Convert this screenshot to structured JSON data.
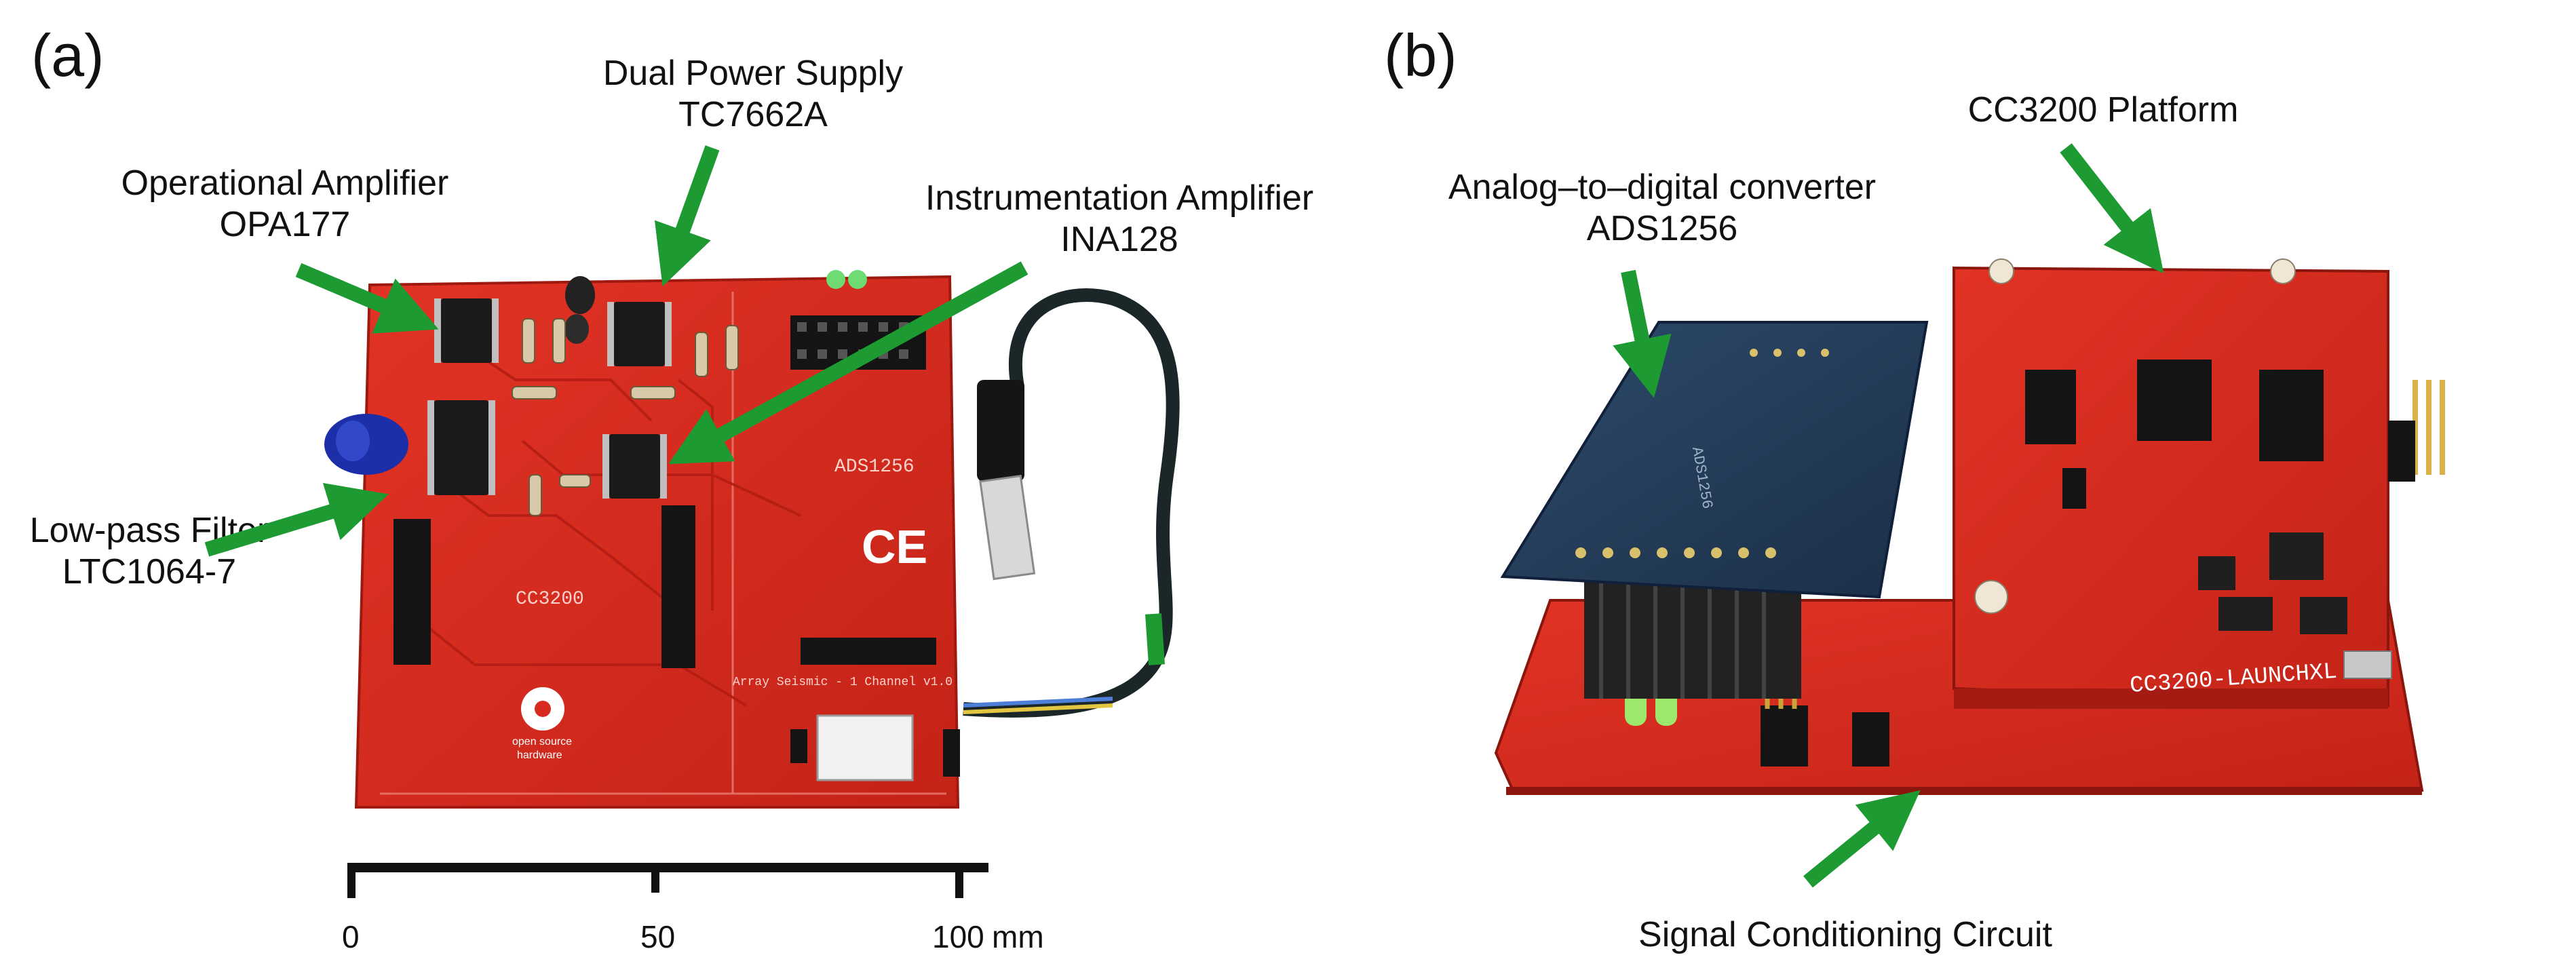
{
  "panels": [
    {
      "label": "(a)",
      "annotations": [
        {
          "line1": "Dual Power Supply",
          "line2": "TC7662A"
        },
        {
          "line1": "Operational Amplifier",
          "line2": "OPA177"
        },
        {
          "line1": "Instrumentation Amplifier",
          "line2": "INA128"
        },
        {
          "line1": "Low-pass Filter",
          "line2": "LTC1064-7"
        }
      ],
      "board_silkscreen": {
        "top_right": "ADS1256",
        "middle": "CC3200",
        "bottom_right": "Array Seismic - 1 Channel v1.0",
        "ce_mark": "CE",
        "logo_text_1": "open source",
        "logo_text_2": "hardware"
      },
      "scale_bar": {
        "tick_labels": [
          "0",
          "50",
          "100"
        ],
        "unit": "mm"
      }
    },
    {
      "label": "(b)",
      "annotations": [
        {
          "line1": "CC3200 Platform",
          "line2": ""
        },
        {
          "line1": "Analog–to–digital converter",
          "line2": "ADS1256"
        },
        {
          "line1": "Signal Conditioning Circuit",
          "line2": ""
        }
      ],
      "board_silkscreen": {
        "launchpad": "CC3200-LAUNCHXL",
        "adc_module": "ADS1256"
      }
    }
  ],
  "colors": {
    "arrow": "#1e9a32",
    "pcb_red": "#d92a20",
    "pcb_red_dark": "#a51a12",
    "module_blue": "#243e5c"
  }
}
